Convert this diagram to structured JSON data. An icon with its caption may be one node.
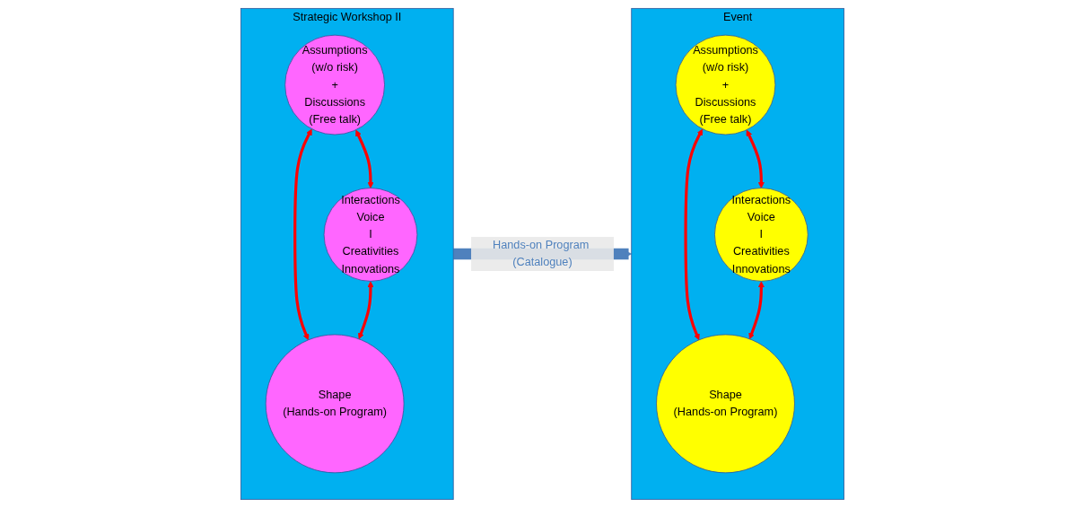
{
  "diagram": {
    "nodes": [
      {
        "text": [
          "Strategic Workshop II"
        ]
      },
      {
        "text": [
          "Assumptions",
          "(w/o risk)",
          "+",
          "Discussions",
          "(Free talk)"
        ],
        "in": 0
      },
      {
        "text": [
          "Interactions",
          "Voice",
          "I",
          "Creativities",
          "Innovations"
        ],
        "in": 0
      },
      {
        "text": [
          "Shape",
          "(Hands-on Program)"
        ],
        "in": 0
      },
      {
        "text": [
          "Event"
        ]
      },
      {
        "text": [
          "Assumptions",
          "(w/o risk)",
          "+",
          "Discussions",
          "(Free talk)"
        ],
        "in": 4
      },
      {
        "text": [
          "Interactions",
          "Voice",
          "I",
          "Creativities",
          "Innovations"
        ],
        "in": 4
      },
      {
        "text": [
          "Shape",
          "(Hands-on Program)"
        ],
        "in": 4
      }
    ],
    "edges": [
      {
        "from": 1,
        "to": 2,
        "arrow": "both"
      },
      {
        "from": 1,
        "to": 3,
        "arrow": "both"
      },
      {
        "from": 2,
        "to": 3,
        "arrow": "both"
      },
      {
        "from": 0,
        "to": 4,
        "arrow": "to",
        "label": "Hands-on Program (Catalogue)",
        "style": "thick",
        "color": "#4f81bd"
      },
      {
        "from": 5,
        "to": 6,
        "arrow": "both"
      },
      {
        "from": 5,
        "to": 7,
        "arrow": "both"
      },
      {
        "from": 6,
        "to": 7,
        "arrow": "both"
      }
    ]
  }
}
